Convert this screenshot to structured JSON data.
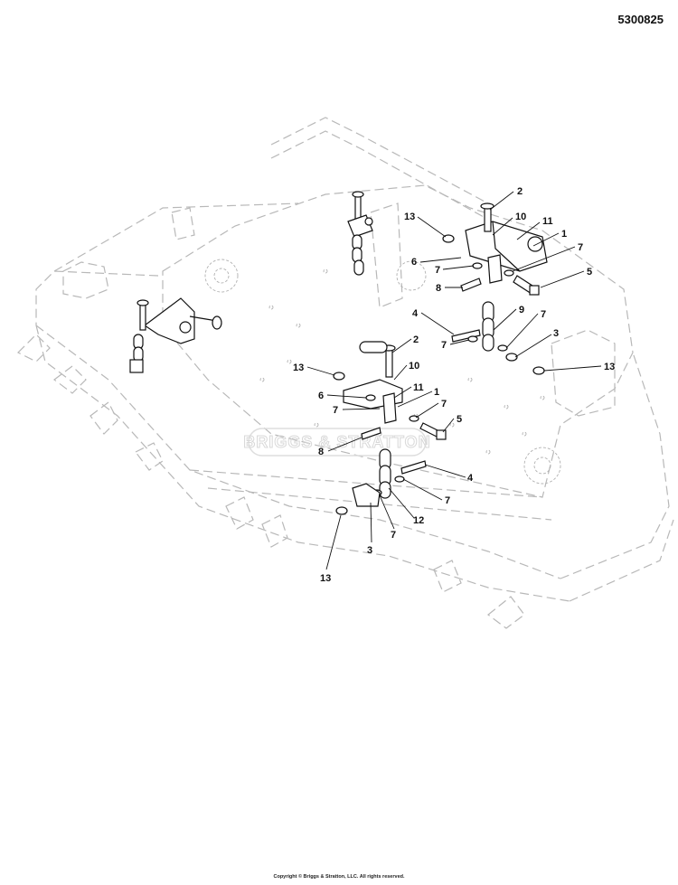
{
  "header": {
    "page_number": "5300825"
  },
  "footer": {
    "copyright": "Copyright © Briggs & Stratton, LLC. All rights reserved."
  },
  "watermark": {
    "text": "BRIGGS & STRATTON"
  },
  "callouts": {
    "c1": "2",
    "c2": "13",
    "c3": "10",
    "c4": "11",
    "c5": "1",
    "c6": "6",
    "c7": "7",
    "c8": "7",
    "c9": "5",
    "c10": "8",
    "c11": "4",
    "c12": "9",
    "c13": "7",
    "c14": "7",
    "c15": "3",
    "c16": "13",
    "c17": "13",
    "c18": "2",
    "c19": "10",
    "c20": "6",
    "c21": "11",
    "c22": "1",
    "c23": "7",
    "c24": "7",
    "c25": "5",
    "c26": "8",
    "c27": "4",
    "c28": "7",
    "c29": "12",
    "c30": "7",
    "c31": "3",
    "c32": "13"
  }
}
